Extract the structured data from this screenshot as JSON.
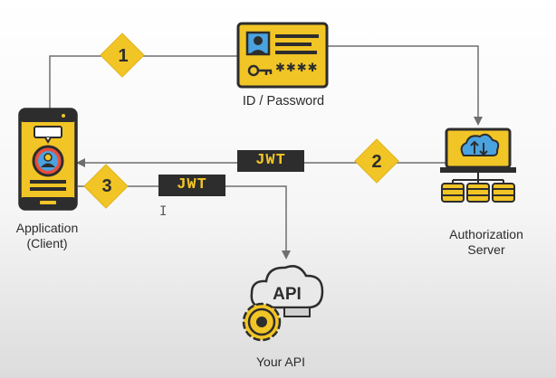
{
  "nodes": {
    "id_password": {
      "label": "ID /  Password",
      "masked_text": "✱✱✱✱"
    },
    "application": {
      "label_line1": "Application",
      "label_line2": "(Client)"
    },
    "auth_server": {
      "label_line1": "Authorization",
      "label_line2": "Server"
    },
    "your_api": {
      "label": "Your API",
      "icon_text": "API"
    }
  },
  "tokens": {
    "jwt_1": "JWT",
    "jwt_2": "JWT"
  },
  "steps": [
    "1",
    "2",
    "3"
  ],
  "colors": {
    "accent": "#f2c526",
    "dark": "#2d2d2d",
    "line": "#6e6e6e"
  }
}
